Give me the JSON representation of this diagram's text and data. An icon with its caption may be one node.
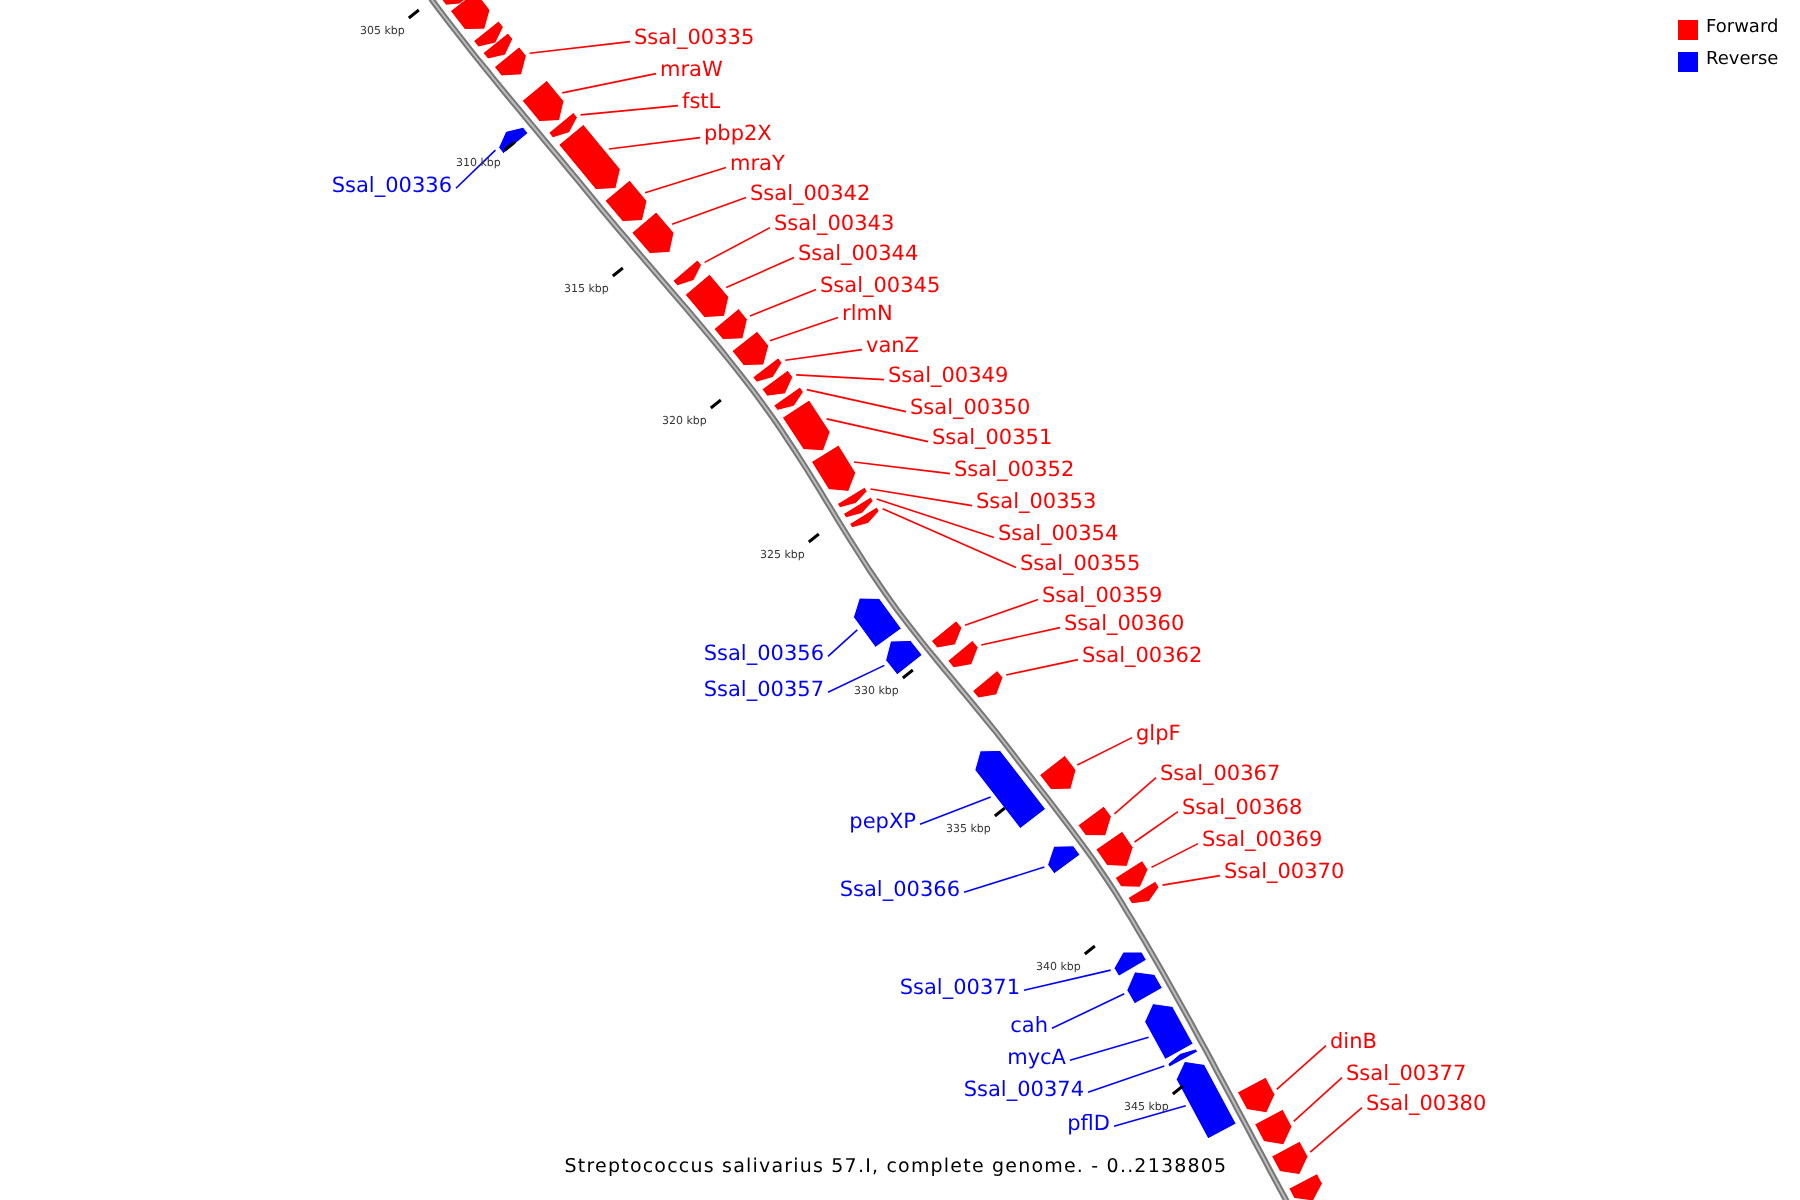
{
  "diagram": {
    "caption": "Streptococcus salivarius 57.I, complete genome. - 0..2138805",
    "nodes": [
      {
        "text": [
          "Ssal_00335"
        ]
      },
      {
        "text": [
          "mraW"
        ]
      },
      {
        "text": [
          "fstL"
        ]
      },
      {
        "text": [
          "pbp2X"
        ]
      },
      {
        "text": [
          "mraY"
        ]
      },
      {
        "text": [
          "Ssal_00336"
        ]
      },
      {
        "text": [
          "Ssal_00342"
        ]
      },
      {
        "text": [
          "Ssal_00343"
        ]
      },
      {
        "text": [
          "Ssal_00344"
        ]
      },
      {
        "text": [
          "Ssal_00345"
        ]
      },
      {
        "text": [
          "rlmN"
        ]
      },
      {
        "text": [
          "vanZ"
        ]
      },
      {
        "text": [
          "Ssal_00349"
        ]
      },
      {
        "text": [
          "Ssal_00350"
        ]
      },
      {
        "text": [
          "Ssal_00351"
        ]
      },
      {
        "text": [
          "Ssal_00352"
        ]
      },
      {
        "text": [
          "Ssal_00353"
        ]
      },
      {
        "text": [
          "Ssal_00354"
        ]
      },
      {
        "text": [
          "Ssal_00355"
        ]
      },
      {
        "text": [
          "Ssal_00359"
        ]
      },
      {
        "text": [
          "Ssal_00360"
        ]
      },
      {
        "text": [
          "Ssal_00356"
        ]
      },
      {
        "text": [
          "Ssal_00362"
        ]
      },
      {
        "text": [
          "Ssal_00357"
        ]
      },
      {
        "text": [
          "glpF"
        ]
      },
      {
        "text": [
          "Ssal_00367"
        ]
      },
      {
        "text": [
          "Ssal_00368"
        ]
      },
      {
        "text": [
          "pepXP"
        ]
      },
      {
        "text": [
          "Ssal_00369"
        ]
      },
      {
        "text": [
          "Ssal_00370"
        ]
      },
      {
        "text": [
          "Ssal_00366"
        ]
      },
      {
        "text": [
          "Ssal_00371"
        ]
      },
      {
        "text": [
          "cah"
        ]
      },
      {
        "text": [
          "dinB"
        ]
      },
      {
        "text": [
          "mycA"
        ]
      },
      {
        "text": [
          "Ssal_00377"
        ]
      },
      {
        "text": [
          "Ssal_00374"
        ]
      },
      {
        "text": [
          "Ssal_00380"
        ]
      },
      {
        "text": [
          "pflD"
        ]
      },
      {
        "text": [],
        "shape": "arrow"
      },
      {
        "text": [],
        "shape": "arrow"
      },
      {
        "text": [],
        "shape": "arrow"
      },
      {
        "text": [],
        "shape": "arrow"
      },
      {
        "text": [],
        "shape": "arrow"
      },
      {
        "text": [],
        "shape": "arrow"
      },
      {
        "text": [],
        "shape": "arrow"
      },
      {
        "text": [],
        "shape": "arrow"
      },
      {
        "text": [],
        "shape": "arrow"
      },
      {
        "text": [],
        "shape": "arrow"
      },
      {
        "text": [],
        "shape": "arrow"
      },
      {
        "text": [],
        "shape": "arrow"
      },
      {
        "text": [],
        "shape": "arrow"
      },
      {
        "text": [],
        "shape": "arrow"
      },
      {
        "text": [],
        "shape": "arrow"
      },
      {
        "text": [],
        "shape": "arrow"
      },
      {
        "text": [],
        "shape": "arrow"
      },
      {
        "text": [],
        "shape": "arrow"
      },
      {
        "text": [],
        "shape": "arrow"
      },
      {
        "text": [],
        "shape": "arrow"
      },
      {
        "text": [],
        "shape": "arrow"
      },
      {
        "text": [],
        "shape": "arrow"
      },
      {
        "text": [],
        "shape": "arrow"
      },
      {
        "text": [],
        "shape": "arrow"
      },
      {
        "text": [],
        "shape": "arrow"
      },
      {
        "text": [],
        "shape": "arrow"
      },
      {
        "text": [],
        "shape": "arrow"
      },
      {
        "text": [],
        "shape": "arrow"
      },
      {
        "text": [],
        "shape": "arrow"
      },
      {
        "text": [],
        "shape": "arrow"
      },
      {
        "text": [],
        "shape": "arrow"
      },
      {
        "text": [],
        "shape": "arrow"
      },
      {
        "text": [],
        "shape": "arrow"
      },
      {
        "text": [],
        "shape": "arrow"
      },
      {
        "text": [],
        "shape": "arrow"
      },
      {
        "text": [],
        "shape": "arrow"
      },
      {
        "text": [],
        "shape": "arrow"
      },
      {
        "text": [],
        "shape": "arrow"
      },
      {
        "text": [],
        "shape": "arrow"
      },
      {
        "text": [],
        "shape": "arrow"
      },
      {
        "text": [],
        "shape": "arrow"
      },
      {
        "text": [],
        "shape": "arrow"
      },
      {
        "text": [],
        "shape": "arrow"
      },
      {
        "text": [],
        "shape": "arrow"
      }
    ],
    "edges": [
      {
        "from": 0,
        "to": 43,
        "arrow": "none"
      },
      {
        "from": 1,
        "to": 44,
        "arrow": "none"
      },
      {
        "from": 2,
        "to": 46,
        "arrow": "none"
      },
      {
        "from": 3,
        "to": 47,
        "arrow": "none"
      },
      {
        "from": 4,
        "to": 48,
        "arrow": "none"
      },
      {
        "from": 5,
        "to": 45,
        "arrow": "none",
        "color": "#0000ff"
      },
      {
        "from": 6,
        "to": 49,
        "arrow": "none"
      },
      {
        "from": 7,
        "to": 50,
        "arrow": "none"
      },
      {
        "from": 8,
        "to": 51,
        "arrow": "none"
      },
      {
        "from": 9,
        "to": 52,
        "arrow": "none"
      },
      {
        "from": 10,
        "to": 53,
        "arrow": "none"
      },
      {
        "from": 11,
        "to": 54,
        "arrow": "none"
      },
      {
        "from": 12,
        "to": 55,
        "arrow": "none"
      },
      {
        "from": 13,
        "to": 56,
        "arrow": "none"
      },
      {
        "from": 14,
        "to": 57,
        "arrow": "none"
      },
      {
        "from": 15,
        "to": 58,
        "arrow": "none"
      },
      {
        "from": 16,
        "to": 59,
        "arrow": "none"
      },
      {
        "from": 17,
        "to": 60,
        "arrow": "none"
      },
      {
        "from": 18,
        "to": 61,
        "arrow": "none"
      },
      {
        "from": 19,
        "to": 64,
        "arrow": "none"
      },
      {
        "from": 20,
        "to": 65,
        "arrow": "none"
      },
      {
        "from": 21,
        "to": 62,
        "arrow": "none",
        "color": "#0000ff"
      },
      {
        "from": 22,
        "to": 66,
        "arrow": "none"
      },
      {
        "from": 23,
        "to": 63,
        "arrow": "none",
        "color": "#0000ff"
      },
      {
        "from": 24,
        "to": 68,
        "arrow": "none"
      },
      {
        "from": 25,
        "to": 69,
        "arrow": "none"
      },
      {
        "from": 26,
        "to": 71,
        "arrow": "none"
      },
      {
        "from": 27,
        "to": 67,
        "arrow": "none",
        "color": "#0000ff"
      },
      {
        "from": 28,
        "to": 72,
        "arrow": "none"
      },
      {
        "from": 29,
        "to": 73,
        "arrow": "none"
      },
      {
        "from": 30,
        "to": 70,
        "arrow": "none",
        "color": "#0000ff"
      },
      {
        "from": 31,
        "to": 74,
        "arrow": "none",
        "color": "#0000ff"
      },
      {
        "from": 32,
        "to": 75,
        "arrow": "none",
        "color": "#0000ff"
      },
      {
        "from": 33,
        "to": 79,
        "arrow": "none"
      },
      {
        "from": 34,
        "to": 76,
        "arrow": "none",
        "color": "#0000ff"
      },
      {
        "from": 35,
        "to": 80,
        "arrow": "none"
      },
      {
        "from": 36,
        "to": 77,
        "arrow": "none",
        "color": "#0000ff"
      },
      {
        "from": 37,
        "to": 81,
        "arrow": "none"
      },
      {
        "from": 38,
        "to": 78,
        "arrow": "none",
        "color": "#0000ff"
      }
    ],
    "labels": [
      "305 kbp",
      "310 kbp",
      "315 kbp",
      "320 kbp",
      "325 kbp",
      "330 kbp",
      "335 kbp",
      "340 kbp",
      "345 kbp"
    ],
    "legend": [
      {
        "text": "Forward",
        "color": "#ff0000"
      },
      {
        "text": "Reverse",
        "color": "#0000ff"
      }
    ]
  }
}
